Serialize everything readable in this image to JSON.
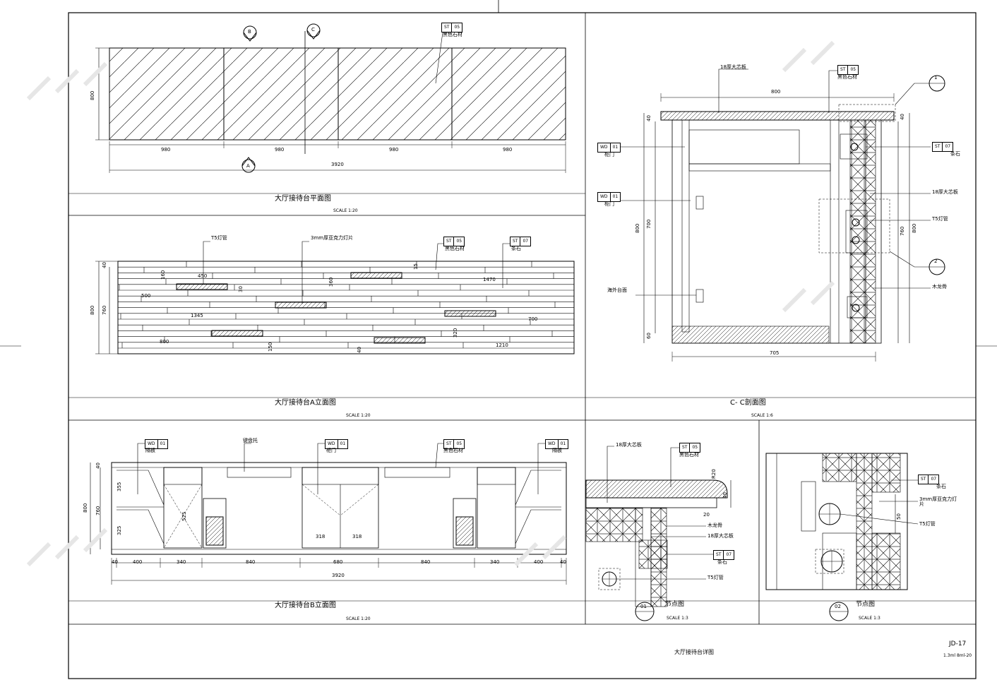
{
  "drawing": {
    "sheet_title": "大厅接待台详图",
    "sheet_no": "JD-17",
    "sheet_sub": "1.3ml 8ml-20"
  },
  "plan": {
    "title": "大厅接待台平面图",
    "scale": "SCALE 1:20",
    "tag_code": "ST",
    "tag_num": "05",
    "tag_label": "黑色石材",
    "dims": [
      "980",
      "980",
      "980",
      "980"
    ],
    "total": "3920",
    "height": "800",
    "marks": [
      "B",
      "C",
      "A"
    ]
  },
  "elev_a": {
    "title": "大厅接待台A立面图",
    "scale": "SCALE 1:20",
    "notes": [
      "T5灯管",
      "3mm厚亚克力灯片",
      "黑色石材",
      "条石"
    ],
    "tags": [
      {
        "code": "ST",
        "num": "05"
      },
      {
        "code": "ST",
        "num": "07"
      }
    ],
    "dims": [
      "160",
      "450",
      "500",
      "1345",
      "800",
      "150",
      "30",
      "360",
      "1470",
      "700",
      "320",
      "40",
      "1210",
      "15"
    ],
    "height": "800",
    "sub_height": "760",
    "top": "40"
  },
  "section_cc": {
    "title": "C- C剖面图",
    "scale": "SCALE 1:6",
    "notes": [
      "18厚大芯板",
      "黑色石材",
      "柜门",
      "柜门",
      "条石",
      "18厚大芯板",
      "T5灯管",
      "木龙骨",
      "海外台面"
    ],
    "tags": [
      {
        "code": "ST",
        "num": "05"
      },
      {
        "code": "WD",
        "num": "01"
      },
      {
        "code": "WD",
        "num": "01"
      },
      {
        "code": "ST",
        "num": "07"
      }
    ],
    "dims": [
      "800",
      "800",
      "700",
      "40",
      "60",
      "705",
      "760",
      "800",
      "40"
    ],
    "circles": [
      "1",
      "2"
    ]
  },
  "elev_b": {
    "title": "大厅接待台B立面图",
    "scale": "SCALE 1:20",
    "notes": [
      "键盘托",
      "柜门",
      "黑色石材",
      "隔板",
      "隔板"
    ],
    "tags": [
      {
        "code": "WD",
        "num": "01"
      },
      {
        "code": "WD",
        "num": "01"
      },
      {
        "code": "ST",
        "num": "05"
      },
      {
        "code": "WD",
        "num": "01"
      }
    ],
    "dims": [
      "40",
      "400",
      "340",
      "840",
      "680",
      "840",
      "340",
      "400",
      "40"
    ],
    "total": "3920",
    "heights": [
      "800",
      "760",
      "355",
      "325",
      "40",
      "525",
      "318",
      "318"
    ]
  },
  "detail_1": {
    "title": "节点图",
    "scale": "SCALE 1:3",
    "num": "01",
    "notes": [
      "18厚大芯板",
      "黑色石材",
      "木龙骨",
      "18厚大芯板",
      "条石",
      "T5灯管"
    ],
    "tags": [
      {
        "code": "ST",
        "num": "05"
      },
      {
        "code": "ST",
        "num": "07"
      }
    ],
    "dims": [
      "20",
      "40",
      "R20"
    ]
  },
  "detail_2": {
    "title": "节点图",
    "scale": "SCALE 1:3",
    "num": "02",
    "notes": [
      "条石",
      "3mm厚亚克力灯片",
      "T5灯管"
    ],
    "tags": [
      {
        "code": "ST",
        "num": "07"
      }
    ],
    "dims": [
      "50"
    ]
  },
  "colors": {
    "line": "#000000",
    "paper": "#ffffff",
    "watermark": "#e6e6e6"
  }
}
